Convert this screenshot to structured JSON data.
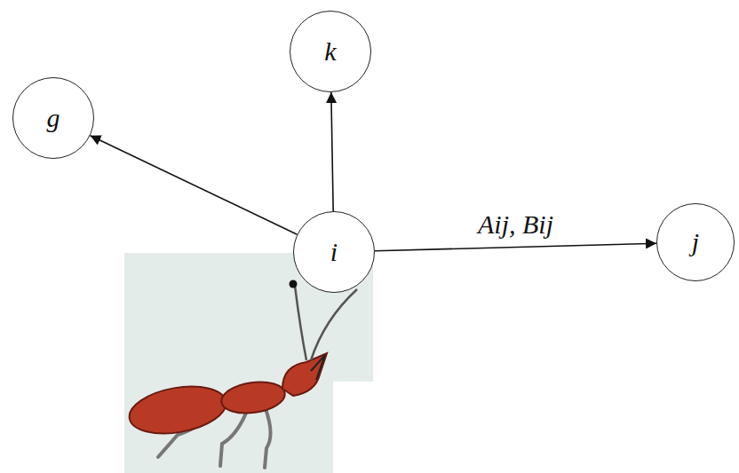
{
  "diagram": {
    "nodes": [
      {
        "text": [
          "k"
        ]
      },
      {
        "text": [
          "g"
        ]
      },
      {
        "text": [
          "i"
        ]
      },
      {
        "text": [
          "j"
        ]
      }
    ],
    "edges": [
      {
        "from": 2,
        "to": 1,
        "arrow": "to"
      },
      {
        "from": 2,
        "to": 0,
        "arrow": "to"
      },
      {
        "from": 2,
        "to": 3,
        "label": "Aij, Bij",
        "arrow": "to"
      }
    ]
  }
}
